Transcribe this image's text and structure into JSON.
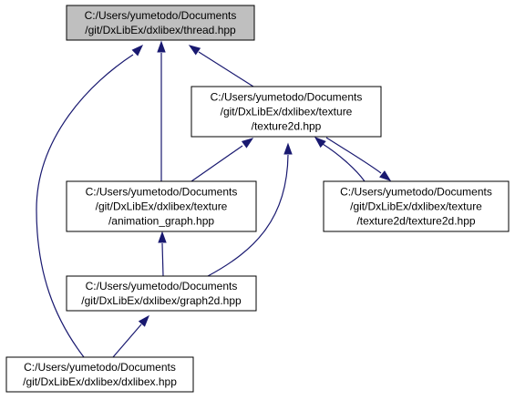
{
  "nodes": [
    {
      "id": "thread",
      "lines": [
        "C:/Users/yumetodo/Documents",
        "/git/DxLibEx/dxlibex/thread.hpp"
      ],
      "current": true
    },
    {
      "id": "texture2d",
      "lines": [
        "C:/Users/yumetodo/Documents",
        "/git/DxLibEx/dxlibex/texture",
        "/texture2d.hpp"
      ],
      "current": false
    },
    {
      "id": "animation_graph",
      "lines": [
        "C:/Users/yumetodo/Documents",
        "/git/DxLibEx/dxlibex/texture",
        "/animation_graph.hpp"
      ],
      "current": false
    },
    {
      "id": "texture2d_inner",
      "lines": [
        "C:/Users/yumetodo/Documents",
        "/git/DxLibEx/dxlibex/texture",
        "/texture2d/texture2d.hpp"
      ],
      "current": false
    },
    {
      "id": "graph2d",
      "lines": [
        "C:/Users/yumetodo/Documents",
        "/git/DxLibEx/dxlibex/graph2d.hpp"
      ],
      "current": false
    },
    {
      "id": "dxlibex",
      "lines": [
        "C:/Users/yumetodo/Documents",
        "/git/DxLibEx/dxlibex/dxlibex.hpp"
      ],
      "current": false
    }
  ],
  "colors": {
    "edge": "#191970",
    "current_node_fill": "#bfbfbf",
    "node_fill": "#ffffff",
    "node_border": "#000000"
  }
}
